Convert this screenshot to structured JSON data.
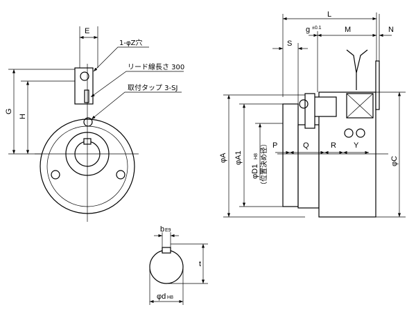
{
  "front_view": {
    "dim_e": "E",
    "dim_g": "G",
    "dim_h": "H",
    "callout_hole": "1-φZ穴",
    "callout_lead": "リード線長さ 300",
    "callout_tap": "取付タップ 3-SJ"
  },
  "side_view": {
    "dim_l": "L",
    "dim_g_gap": "g",
    "dim_g_tol": "±0.1",
    "dim_m": "M",
    "dim_n": "N",
    "dim_s": "S",
    "dim_p": "P",
    "dim_q": "Q",
    "dim_r": "R",
    "dim_y": "Y",
    "dim_a": "φA",
    "dim_a1": "φA1",
    "dim_d1": "φD1",
    "dim_d1_tol": "H8",
    "dim_d1_note": "（位置決め径）",
    "dim_c": "φC"
  },
  "shaft_section": {
    "dim_b": "b",
    "dim_b_tol": "E9",
    "dim_t": "t",
    "dim_d": "φd",
    "dim_d_tol": "H8"
  }
}
